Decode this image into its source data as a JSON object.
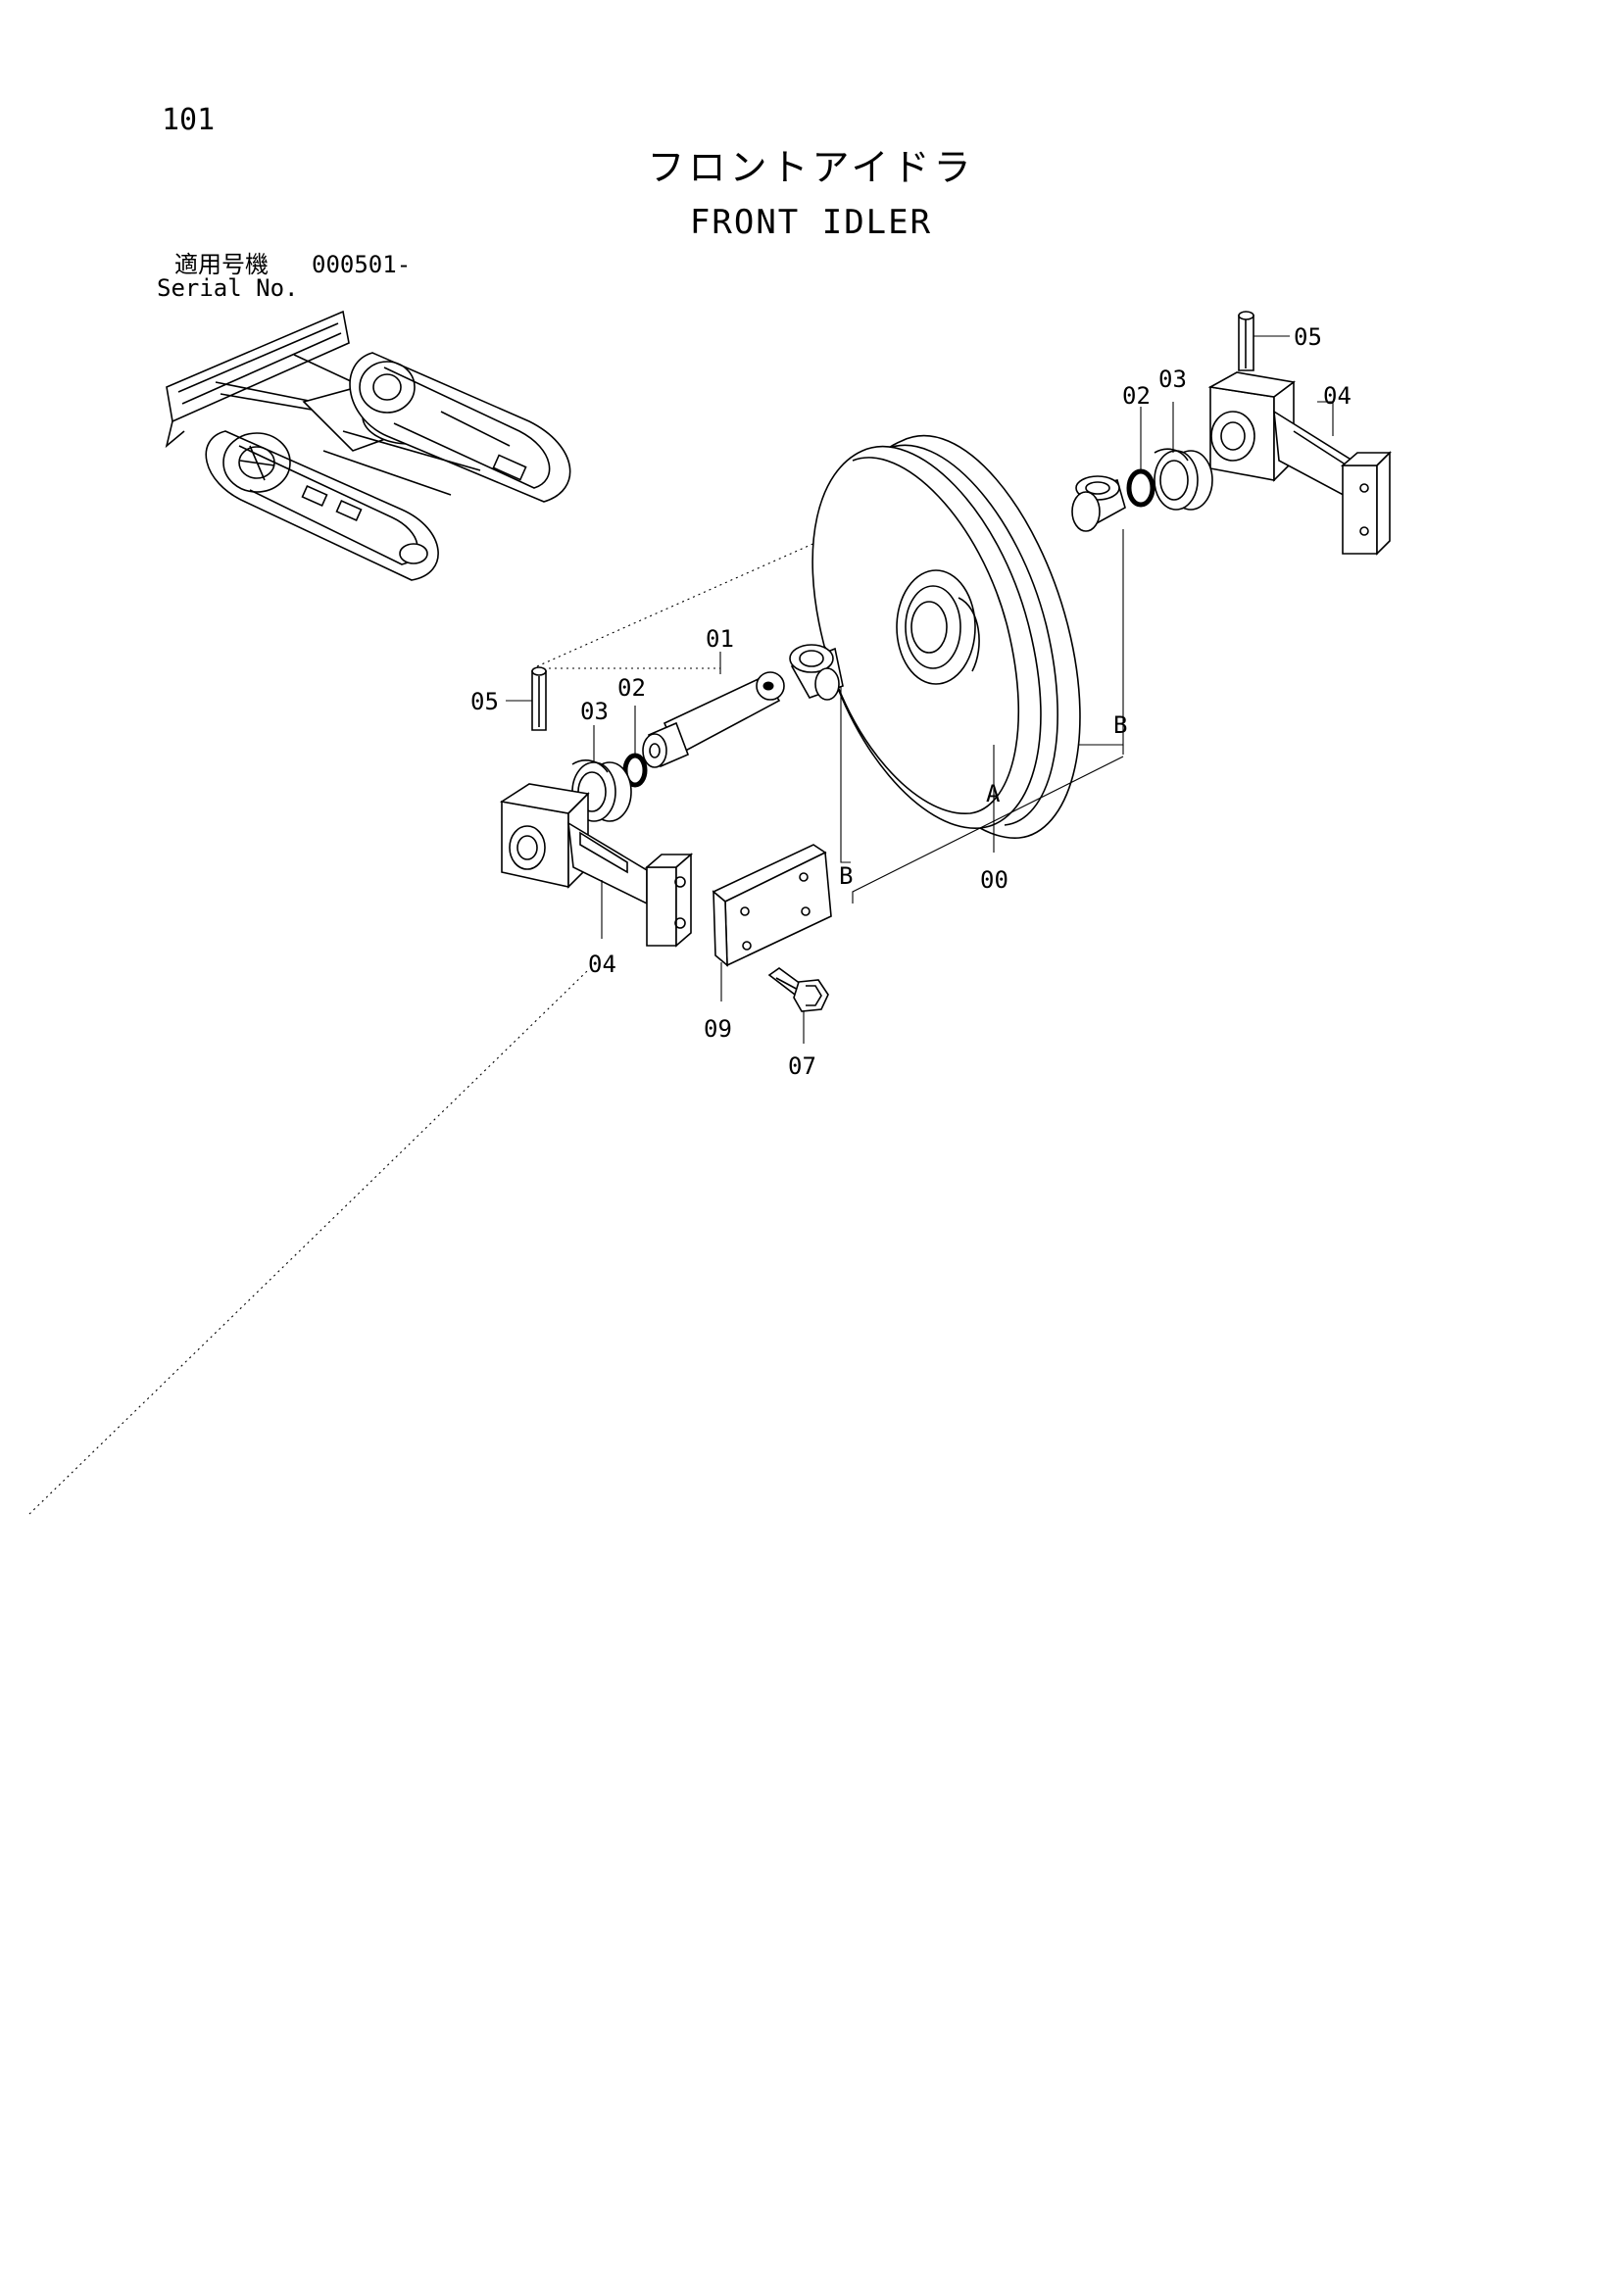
{
  "page": {
    "number": "101",
    "title_jp": "フロントアイドラ",
    "title_en": "FRONT IDLER",
    "serial_label_jp": "適用号機",
    "serial_number": "000501-",
    "serial_label_en": "Serial No."
  },
  "callouts": {
    "c05_right": "05",
    "c02_right": "02",
    "c03_right": "03",
    "c04_right": "04",
    "c01": "01",
    "c05_left": "05",
    "c03_left": "03",
    "c02_left": "02",
    "cB_right": "B",
    "cA": "A",
    "cB_left": "B",
    "c00": "00",
    "c04_left": "04",
    "c09": "09",
    "c07": "07"
  }
}
